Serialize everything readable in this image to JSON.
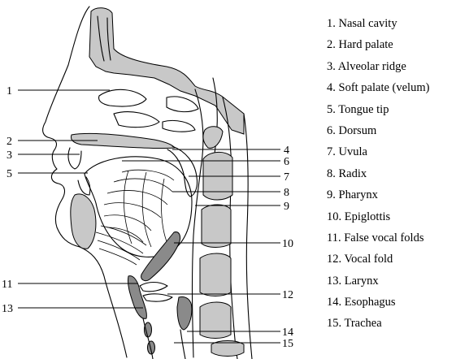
{
  "legend": [
    {
      "number": "1",
      "label": "Nasal cavity"
    },
    {
      "number": "2",
      "label": "Hard palate"
    },
    {
      "number": "3",
      "label": "Alveolar ridge"
    },
    {
      "number": "4",
      "label": "Soft palate (velum)"
    },
    {
      "number": "5",
      "label": "Tongue tip"
    },
    {
      "number": "6",
      "label": "Dorsum"
    },
    {
      "number": "7",
      "label": "Uvula"
    },
    {
      "number": "8",
      "label": "Radix"
    },
    {
      "number": "9",
      "label": "Pharynx"
    },
    {
      "number": "10",
      "label": "Epiglottis"
    },
    {
      "number": "11",
      "label": "False vocal folds"
    },
    {
      "number": "12",
      "label": "Vocal fold"
    },
    {
      "number": "13",
      "label": "Larynx"
    },
    {
      "number": "14",
      "label": "Esophagus"
    },
    {
      "number": "15",
      "label": "Trachea"
    }
  ],
  "callouts": {
    "left": [
      "1",
      "2",
      "3",
      "5",
      "11",
      "13"
    ],
    "right": [
      "4",
      "6",
      "7",
      "8",
      "9",
      "10",
      "12",
      "14",
      "15"
    ]
  },
  "colors": {
    "stroke": "#000000",
    "tissue": "#c8c8c8",
    "cartilage": "#8a8a8a",
    "background": "#ffffff"
  }
}
